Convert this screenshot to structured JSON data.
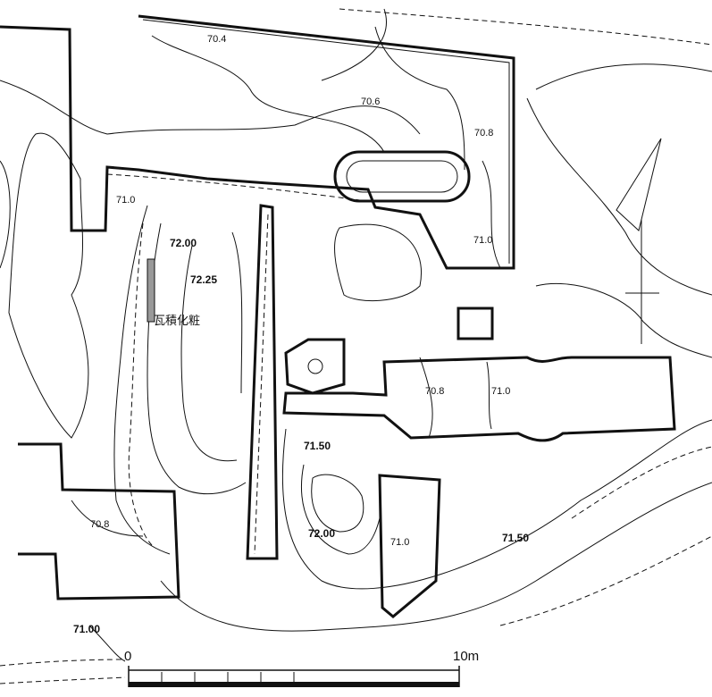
{
  "title": "Excavation site plan",
  "contour_labels": {
    "c1": "70.4",
    "c2": "70.6",
    "c3": "70.8",
    "c4": "71.0",
    "c5": "72.00",
    "c6": "72.25",
    "c7": "71.0",
    "c8": "70.8",
    "c9": "71.0",
    "c10": "71.50",
    "c11": "72.00",
    "c12": "71.0",
    "c13": "71.50",
    "c14": "70.8",
    "c15": "71.00"
  },
  "annotation": "瓦積化粧",
  "scale_bar": {
    "start": "0",
    "end": "10m"
  },
  "colors": {
    "ink": "#111111",
    "paper": "#ffffff"
  }
}
